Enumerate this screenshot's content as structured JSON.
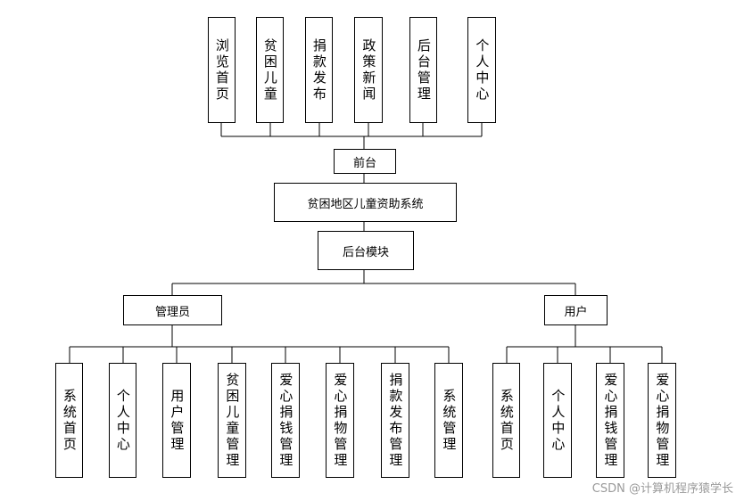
{
  "diagram": {
    "front_modules": [
      "浏览首页",
      "贫困儿童",
      "捐款发布",
      "政策新闻",
      "后台管理",
      "个人中心"
    ],
    "front_label": "前台",
    "system_title": "贫困地区儿童资助系统",
    "backend_label": "后台模块",
    "admin_label": "管理员",
    "user_label": "用户",
    "admin_modules": [
      "系统首页",
      "个人中心",
      "用户管理",
      "贫困儿童管理",
      "爱心捐钱管理",
      "爱心捐物管理",
      "捐款发布管理",
      "系统管理"
    ],
    "user_modules": [
      "系统首页",
      "个人中心",
      "爱心捐钱管理",
      "爱心捐物管理"
    ]
  },
  "watermark": "CSDN @计算机程序猿学长"
}
